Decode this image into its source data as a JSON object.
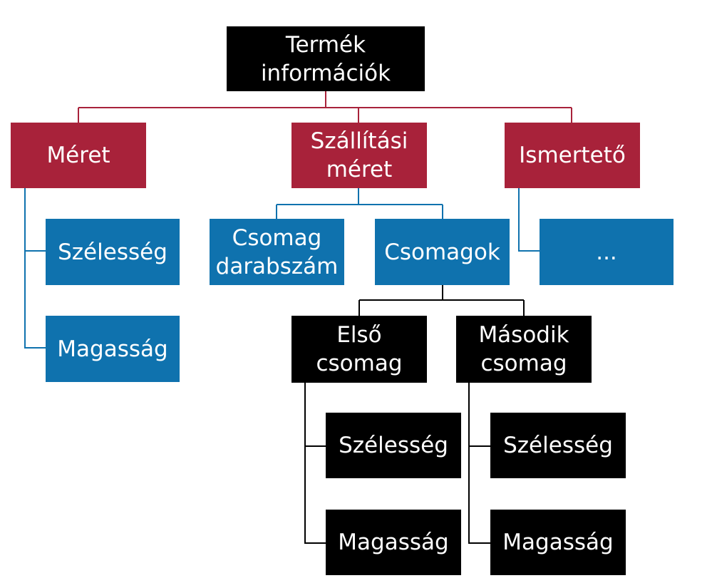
{
  "colors": {
    "black_node": "#000000",
    "red_node": "#a8223a",
    "blue_node": "#0f72ae",
    "red_line": "#a8223a",
    "blue_line": "#0f72ae",
    "black_line": "#000000"
  },
  "nodes": {
    "root": {
      "line1": "Termék",
      "line2": "információk"
    },
    "meret": {
      "line1": "Méret"
    },
    "szallitasi": {
      "line1": "Szállítási",
      "line2": "méret"
    },
    "ismerteto": {
      "line1": "Ismertető"
    },
    "szelesseg": {
      "line1": "Szélesség"
    },
    "magassag": {
      "line1": "Magasság"
    },
    "csomag_darabszam": {
      "line1": "Csomag",
      "line2": "darabszám"
    },
    "csomagok": {
      "line1": "Csomagok"
    },
    "ellipsis": {
      "line1": "..."
    },
    "elso_csomag": {
      "line1": "Első",
      "line2": "csomag"
    },
    "masodik_csomag": {
      "line1": "Második",
      "line2": "csomag"
    },
    "elso_szelesseg": {
      "line1": "Szélesség"
    },
    "elso_magassag": {
      "line1": "Magasság"
    },
    "masodik_szelesseg": {
      "line1": "Szélesség"
    },
    "masodik_magassag": {
      "line1": "Magasság"
    }
  }
}
